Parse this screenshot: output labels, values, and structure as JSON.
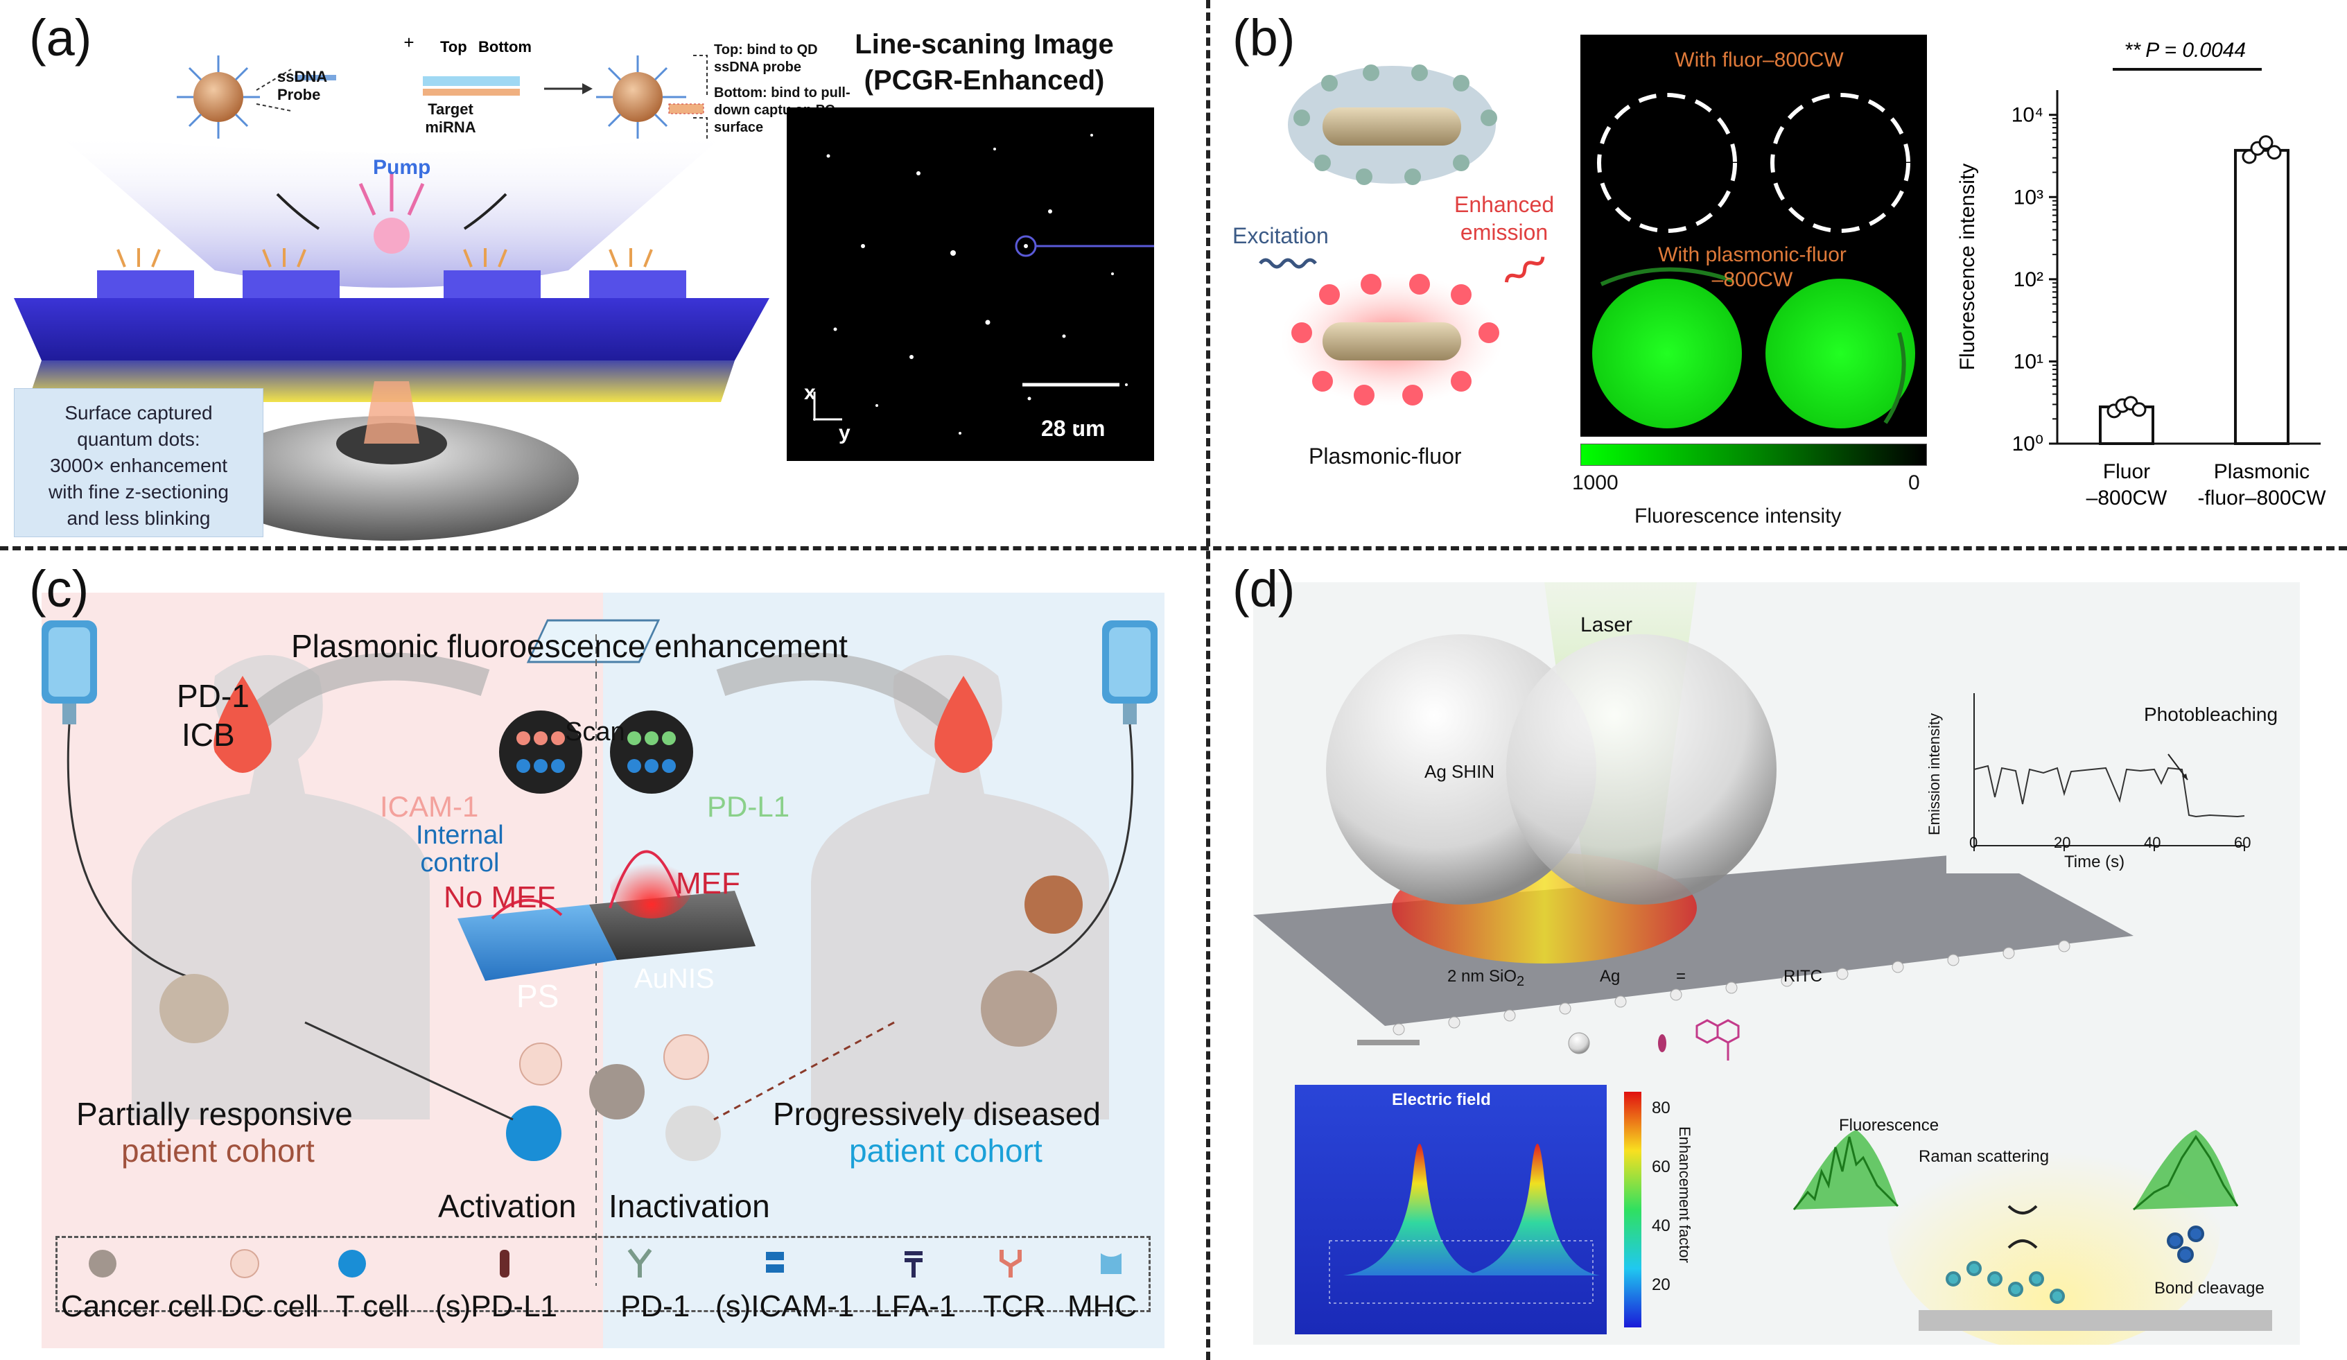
{
  "panel_a": {
    "label": "(a)",
    "scheme": {
      "probe_label": "ssDNA Probe",
      "plus_1": "+",
      "top_label": "Top",
      "bottom_label": "Bottom",
      "target_label": "Target miRNA",
      "note_top": "Top: bind to QD ssDNA probe",
      "note_bottom": "Bottom: bind to pull-down captu on PC surface"
    },
    "pump_label": "Pump",
    "caption_lines": [
      "Surface captured",
      "quantum dots:",
      "3000× enhancement",
      "with fine z-sectioning",
      "and less blinking"
    ],
    "line_scan": {
      "title_line1": "Line-scaning Image",
      "title_line2": "(PCGR-Enhanced)",
      "axis_x": "x",
      "axis_y": "y",
      "scale_bar": "28 um"
    }
  },
  "panel_b": {
    "label": "(b)",
    "excitation_label": "Excitation",
    "enhanced_line1": "Enhanced",
    "enhanced_line2": "emission",
    "plasmonic_fluor": "Plasmonic-fluor",
    "image_top_label": "With fluor–800CW",
    "image_bottom_line1": "With plasmonic-fluor",
    "image_bottom_line2": "–800CW",
    "colorbar_min": "1000",
    "colorbar_max": "0",
    "colorbar_title": "Fluorescence intensity"
  },
  "chart_data": {
    "type": "bar",
    "categories": [
      "Fluor –800CW",
      "Plasmonic -fluor–800CW"
    ],
    "category_lines": [
      [
        "Fluor",
        "–800CW"
      ],
      [
        "Plasmonic",
        "-fluor–800CW"
      ]
    ],
    "values": [
      2.8,
      3700
    ],
    "points": [
      [
        2.5,
        2.9,
        3.1,
        2.6
      ],
      [
        3100,
        3900,
        4600,
        3500
      ]
    ],
    "ylabel": "Fluorescence intensity",
    "yscale": "log",
    "ylim": [
      1,
      20000
    ],
    "yticks": [
      1,
      10,
      100,
      1000,
      10000
    ],
    "ytick_labels": [
      "10⁰",
      "10¹",
      "10²",
      "10³",
      "10⁴"
    ],
    "significance": "**P = 0.0044",
    "significance_stars": "**",
    "significance_p": "P = 0.0044"
  },
  "panel_c": {
    "label": "(c)",
    "title": "Plasmonic fluoroescence enhancement",
    "pd1": "PD-1",
    "icb": "ICB",
    "scan": "Scan",
    "icam1": "ICAM-1",
    "pdl1": "PD-L1",
    "internal_line1": "Internal",
    "internal_line2": "control",
    "no_mef": "No MEF",
    "mef": "MEF",
    "ps": "PS",
    "aunis": "AuNIS",
    "partially_line1": "Partially responsive",
    "partially_line2": "patient cohort",
    "progressively_line1": "Progressively diseased",
    "progressively_line2": "patient cohort",
    "activation": "Activation",
    "inactivation": "Inactivation",
    "legend": [
      "Cancer cell",
      "DC cell",
      "T cell",
      "(s)PD-L1",
      "PD-1",
      "(s)ICAM-1",
      "LFA-1",
      "TCR",
      "MHC"
    ],
    "colors": {
      "pink_bg": "#fbe7e7",
      "blue_bg": "#e6f1f9",
      "brown": "#a0523d",
      "cyan": "#1aa0d8"
    }
  },
  "panel_d": {
    "label": "(d)",
    "laser": "Laser",
    "ag_shin": "Ag SHIN",
    "trace_ylabel": "Emission intensity",
    "trace_xlabel": "Time (s)",
    "trace_xticks": [
      "0",
      "20",
      "40",
      "60"
    ],
    "photobleaching": "Photobleaching",
    "legend_sio2": "2 nm SiO",
    "legend_sio2_sub": "2",
    "legend_ag": "Ag",
    "legend_rit_eq": "=",
    "legend_ritc": "RITC",
    "field_title": "Electric field",
    "field_colorbar_title": "Enhancement factor",
    "field_ticks": [
      "80",
      "60",
      "40",
      "20"
    ],
    "fluorescence": "Fluorescence",
    "raman": "Raman scattering",
    "bond_cleavage": "Bond cleavage"
  }
}
